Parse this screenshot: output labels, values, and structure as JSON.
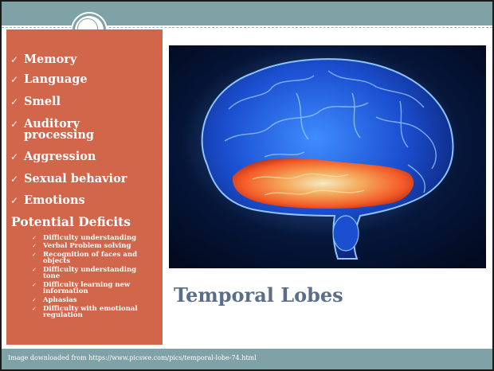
{
  "slide": {
    "title": "Temporal Lobes",
    "footer_credit": "Image downloaded from https://www.picswe.com/pics/temporal-lobe-74.html",
    "check_glyph": "✓",
    "functions": [
      "Memory",
      "Language",
      "Smell",
      "Auditory",
      "processing",
      "Aggression",
      "Sexual behavior",
      "Emotions"
    ],
    "deficits_heading": "Potential Deficits",
    "deficits": [
      "Difficulty understanding",
      "Verbal Problem solving",
      "Recognition of faces and",
      "objects",
      "Difficulty understanding",
      "tone",
      "Difficulty learning new",
      "information",
      "Aphasias",
      "Difficulty with emotional",
      "regulation"
    ]
  },
  "image": {
    "subject": "brain-image-temporal-lobe-highlighted"
  },
  "colors": {
    "accent_teal": "#7fa2a6",
    "sidebar_orange": "#d2664a",
    "title_slate": "#5a6e8c",
    "brain_blue": "#2f7bff",
    "lobe_orange": "#ff6a24"
  }
}
